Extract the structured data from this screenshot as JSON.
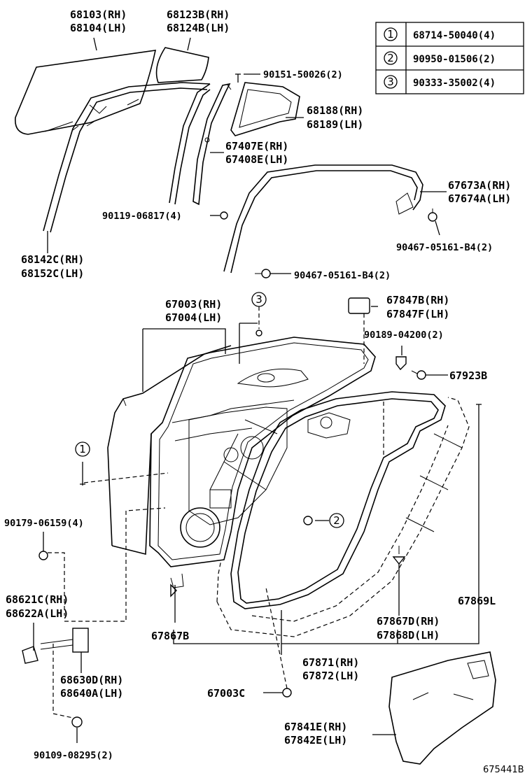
{
  "legend": [
    {
      "mark": "1",
      "part": "68714-50040(4)"
    },
    {
      "mark": "2",
      "part": "90950-01506(2)"
    },
    {
      "mark": "3",
      "part": "90333-35002(4)"
    }
  ],
  "labels": {
    "l68103": "68103(RH)",
    "l68104": "68104(LH)",
    "l68123": "68123B(RH)",
    "l68124": "68124B(LH)",
    "l90151": "90151-50026(2)",
    "l68188": "68188(RH)",
    "l68189": "68189(LH)",
    "l67407": "67407E(RH)",
    "l67408": "67408E(LH)",
    "l67673": "67673A(RH)",
    "l67674": "67674A(LH)",
    "l90119": "90119-06817(4)",
    "l90467a": "90467-05161-B4(2)",
    "l68142": "68142C(RH)",
    "l68152": "68152C(LH)",
    "l90467b": "90467-05161-B4(2)",
    "l67003": "67003(RH)",
    "l67004": "67004(LH)",
    "l67847b": "67847B(RH)",
    "l67847f": "67847F(LH)",
    "l90189": "90189-04200(2)",
    "l67923": "67923B",
    "l90179": "90179-06159(4)",
    "l68621": "68621C(RH)",
    "l68622": "68622A(LH)",
    "l67867b": "67867B",
    "l67869": "67869L",
    "l67867d": "67867D(RH)",
    "l67868": "67868D(LH)",
    "l67871": "67871(RH)",
    "l67872": "67872(LH)",
    "l68630": "68630D(RH)",
    "l68640": "68640A(LH)",
    "l67003c": "67003C",
    "l67841": "67841E(RH)",
    "l67842": "67842E(LH)",
    "l90109": "90109-08295(2)"
  },
  "callouts": {
    "c1": "1",
    "c2": "2",
    "c3": "3"
  },
  "figure_id": "675441B"
}
